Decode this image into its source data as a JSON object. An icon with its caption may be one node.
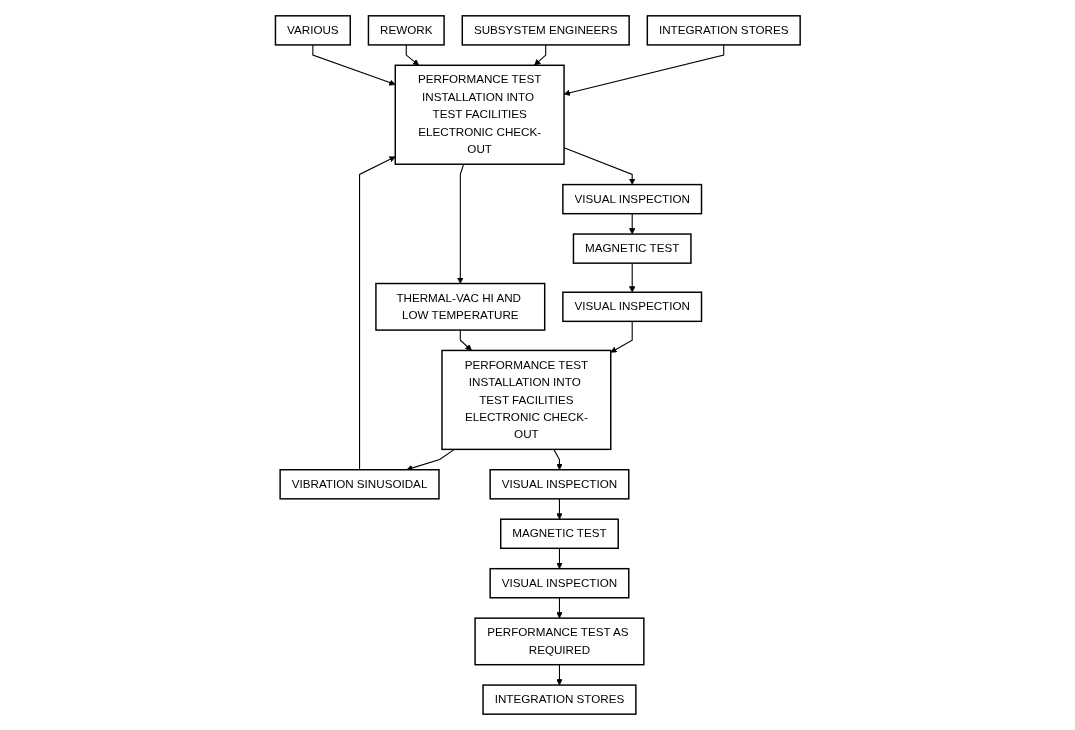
{
  "diagram": {
    "nodes": [
      {
        "text": [
          "INTEGRATION STORES"
        ]
      },
      {
        "text": [
          "SUBSYSTEM ENGINEERS"
        ]
      },
      {
        "text": [
          "REWORK"
        ]
      },
      {
        "text": [
          "VARIOUS"
        ]
      },
      {
        "text": [
          "VISUAL INSPECTION"
        ]
      },
      {
        "text": [
          "MAGNETIC TEST"
        ]
      },
      {
        "text": [
          "VISUAL INSPECTION"
        ]
      },
      {
        "text": [
          "PERFORMANCE TEST",
          "INSTALLATION INTO TEST FACILITIES",
          "ELECTRONIC CHECK-OUT"
        ]
      },
      {
        "text": [
          "VIBRATION SINUSOIDAL"
        ]
      },
      {
        "text": [
          "THERMAL-VAC HI AND LOW TEMPERATURE"
        ]
      },
      {
        "text": [
          "PERFORMANCE TEST",
          "INSTALLATION INTO TEST FACILITIES",
          "ELECTRONIC CHECK-OUT"
        ]
      },
      {
        "text": [
          "VISUAL INSPECTION"
        ]
      },
      {
        "text": [
          "MAGNETIC TEST"
        ]
      },
      {
        "text": [
          "VISUAL INSPECTION"
        ]
      },
      {
        "text": [
          "PERFORMANCE TEST AS REQUIRED"
        ]
      },
      {
        "text": [
          "INTEGRATION STORES"
        ]
      }
    ],
    "edges": [
      {
        "from": 0,
        "to": 7,
        "arrow": "to"
      },
      {
        "from": 1,
        "to": 7,
        "arrow": "to"
      },
      {
        "from": 2,
        "to": 7,
        "arrow": "to"
      },
      {
        "from": 3,
        "to": 7,
        "arrow": "to"
      },
      {
        "from": 7,
        "to": 4,
        "arrow": "to"
      },
      {
        "from": 4,
        "to": 5,
        "arrow": "to"
      },
      {
        "from": 5,
        "to": 6,
        "arrow": "to"
      },
      {
        "from": 6,
        "to": 10,
        "arrow": "to"
      },
      {
        "from": 10,
        "to": 8,
        "arrow": "to"
      },
      {
        "from": 8,
        "to": 7,
        "arrow": "to"
      },
      {
        "from": 7,
        "to": 9,
        "arrow": "to"
      },
      {
        "from": 9,
        "to": 10,
        "arrow": "to"
      },
      {
        "from": 10,
        "to": 11,
        "arrow": "to"
      },
      {
        "from": 11,
        "to": 12,
        "arrow": "to"
      },
      {
        "from": 12,
        "to": 13,
        "arrow": "to"
      },
      {
        "from": 13,
        "to": 14,
        "arrow": "to"
      },
      {
        "from": 14,
        "to": 15,
        "arrow": "to"
      }
    ]
  }
}
